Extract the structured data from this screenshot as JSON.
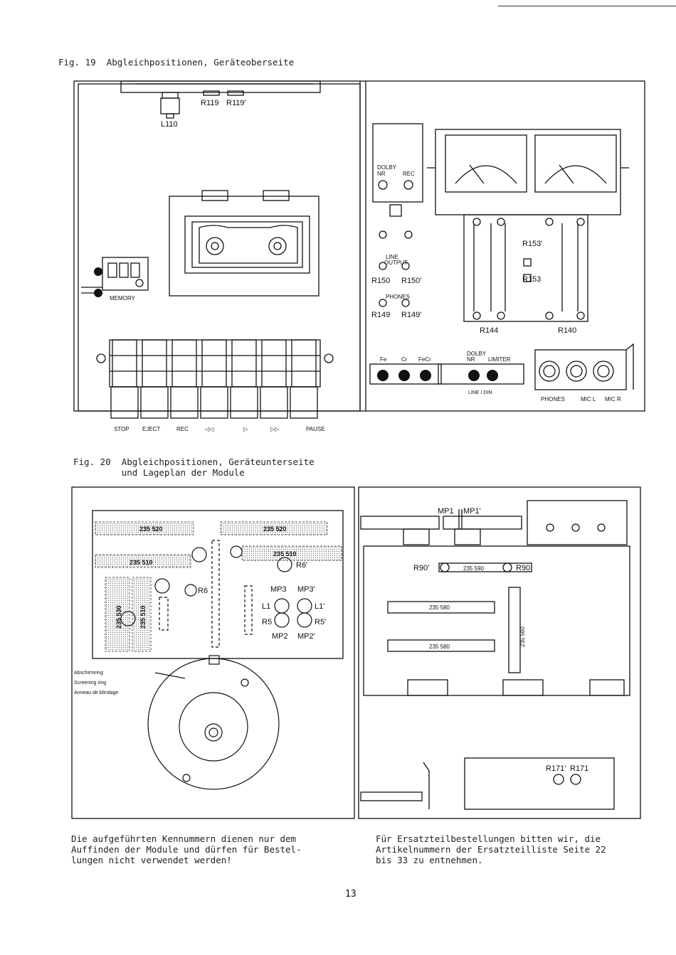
{
  "fig19": {
    "caption": "Fig. 19  Abgleichpositionen, Geräteoberseite",
    "labels": {
      "l110": "L110",
      "r119": "R119",
      "r119p": "R119'",
      "dolby_nr": "DOLBY NR",
      "dolby_nr_1": "DOLBY",
      "dolby_nr_2": "NR",
      "rec": "REC",
      "memory": "MEMORY",
      "line_output_1": "LINE",
      "line_output_2": "OUTPUT",
      "r150": "R150",
      "r150p": "R150'",
      "phones_label": "PHONES",
      "r149": "R149",
      "r149p": "R149'",
      "r153p": "R153'",
      "r153": "R153",
      "r144": "R144",
      "r140": "R140",
      "fe": "Fe",
      "cr": "Cr",
      "fecr": "FeCr",
      "dolby2_1": "DOLBY",
      "dolby2_2": "NR",
      "limiter": "LIMITER",
      "line_din": "LINE / DIN",
      "phones": "PHONES",
      "mic_l": "MIC L",
      "mic_r": "MIC R"
    },
    "buttons": [
      "STOP",
      "EJECT",
      "REC",
      "◁◁",
      "▷",
      "▷▷",
      "PAUSE"
    ]
  },
  "fig20": {
    "caption_line1": "Fig. 20  Abgleichpositionen, Geräteunterseite",
    "caption_line2": "         und Lageplan der Module",
    "left": {
      "m520a": "235 520",
      "m520b": "235 520",
      "m510a": "235 510",
      "m510b": "235 510",
      "m530": "235 530",
      "m510c": "235 510",
      "r6": "R6",
      "r6p": "R6'",
      "mp3": "MP3",
      "mp3p": "MP3'",
      "l1": "L1",
      "l1p": "L1'",
      "r5": "R5",
      "r5p": "R5'",
      "mp2": "MP2",
      "mp2p": "MP2'",
      "shield_de": "Abschirmring",
      "shield_en": "Screening ring",
      "shield_fr": "Anneau de blindage"
    },
    "right": {
      "mp1": "MP1",
      "mp1p": "MP1'",
      "r90p": "R90'",
      "r90": "R90",
      "m590": "235 590",
      "m580a": "235 580",
      "m580b": "235 580",
      "m560": "235 560",
      "r171p": "R171'",
      "r171": "R171"
    }
  },
  "notes": {
    "left": "Die aufgeführten Kennummern dienen nur dem\nAuffinden der Module und dürfen für Bestel-\nlungen nicht verwendet werden!",
    "right": "Für Ersatzteilbestellungen bitten wir, die\nArtikelnummern der Ersatzteilliste Seite 22\nbis 33 zu entnehmen."
  },
  "page_number": "13"
}
